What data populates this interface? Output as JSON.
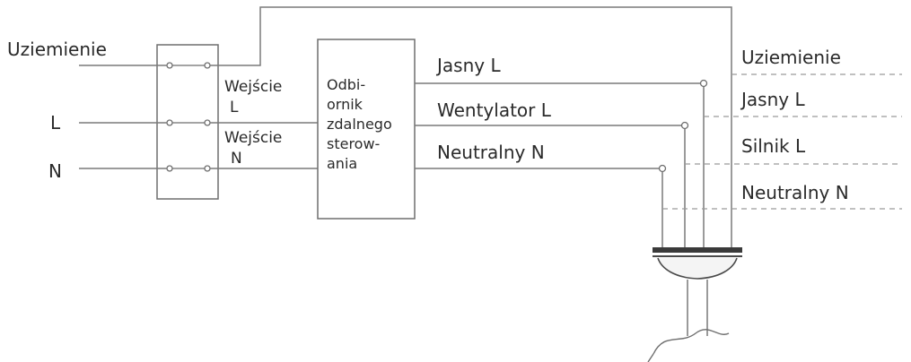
{
  "left_labels": {
    "ground": "Uziemienie",
    "line": "L",
    "neutral": "N"
  },
  "inputs": {
    "input_l_word": "Wejście",
    "input_l_letter": "L",
    "input_n_word": "Wejście",
    "input_n_letter": "N"
  },
  "receiver": {
    "lines": [
      "Odbi-",
      "ornik",
      "zdalnego",
      "sterow-",
      "ania"
    ]
  },
  "outputs": {
    "light": "Jasny L",
    "fan": "Wentylator L",
    "neutral": "Neutralny N"
  },
  "fixture": {
    "ground": "Uziemienie",
    "light": "Jasny L",
    "motor": "Silnik L",
    "neutral": "Neutralny N"
  },
  "colors": {
    "wire": "#7a7a7a",
    "box": "#6e6e6e",
    "dashed": "#9a9a9a",
    "text": "#2a2a2a"
  }
}
